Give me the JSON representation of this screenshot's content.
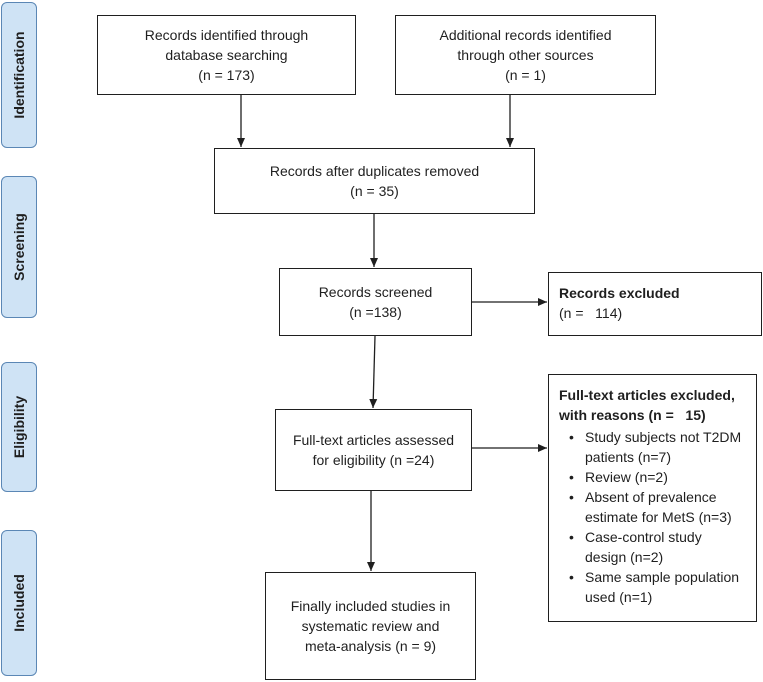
{
  "phases": {
    "identification": "Identification",
    "screening": "Screening",
    "eligibility": "Eligibility",
    "included": "Included"
  },
  "boxes": {
    "database": {
      "line1": "Records identified through",
      "line2": "database searching",
      "line3": "(n = 173)"
    },
    "other": {
      "line1": "Additional records identified",
      "line2": "through other sources",
      "line3": "(n = 1)"
    },
    "duplicates": {
      "line1": "Records after duplicates removed",
      "line2": "(n = 35)"
    },
    "screened": {
      "line1": "Records screened",
      "line2": "(n =138)"
    },
    "excluded": {
      "title": "Records excluded",
      "count": "(n =   114)"
    },
    "fulltext": {
      "line1": "Full-text articles assessed",
      "line2": "for eligibility (n =24)"
    },
    "fulltext_excluded": {
      "title1": "Full-text articles excluded,",
      "title2": "with reasons (n =   15)",
      "reasons": [
        {
          "line1": "Study subjects not T2DM",
          "line2": "patients (n=7)"
        },
        {
          "line1": "Review (n=2)",
          "line2": ""
        },
        {
          "line1": "Absent of prevalence",
          "line2": "estimate for MetS (n=3)"
        },
        {
          "line1": "Case-control study",
          "line2": "design (n=2)"
        },
        {
          "line1": "Same sample population",
          "line2": "used (n=1)"
        }
      ]
    },
    "included": {
      "line1": "Finally included studies in",
      "line2": "systematic review and",
      "line3": "meta-analysis (n = 9)"
    }
  }
}
